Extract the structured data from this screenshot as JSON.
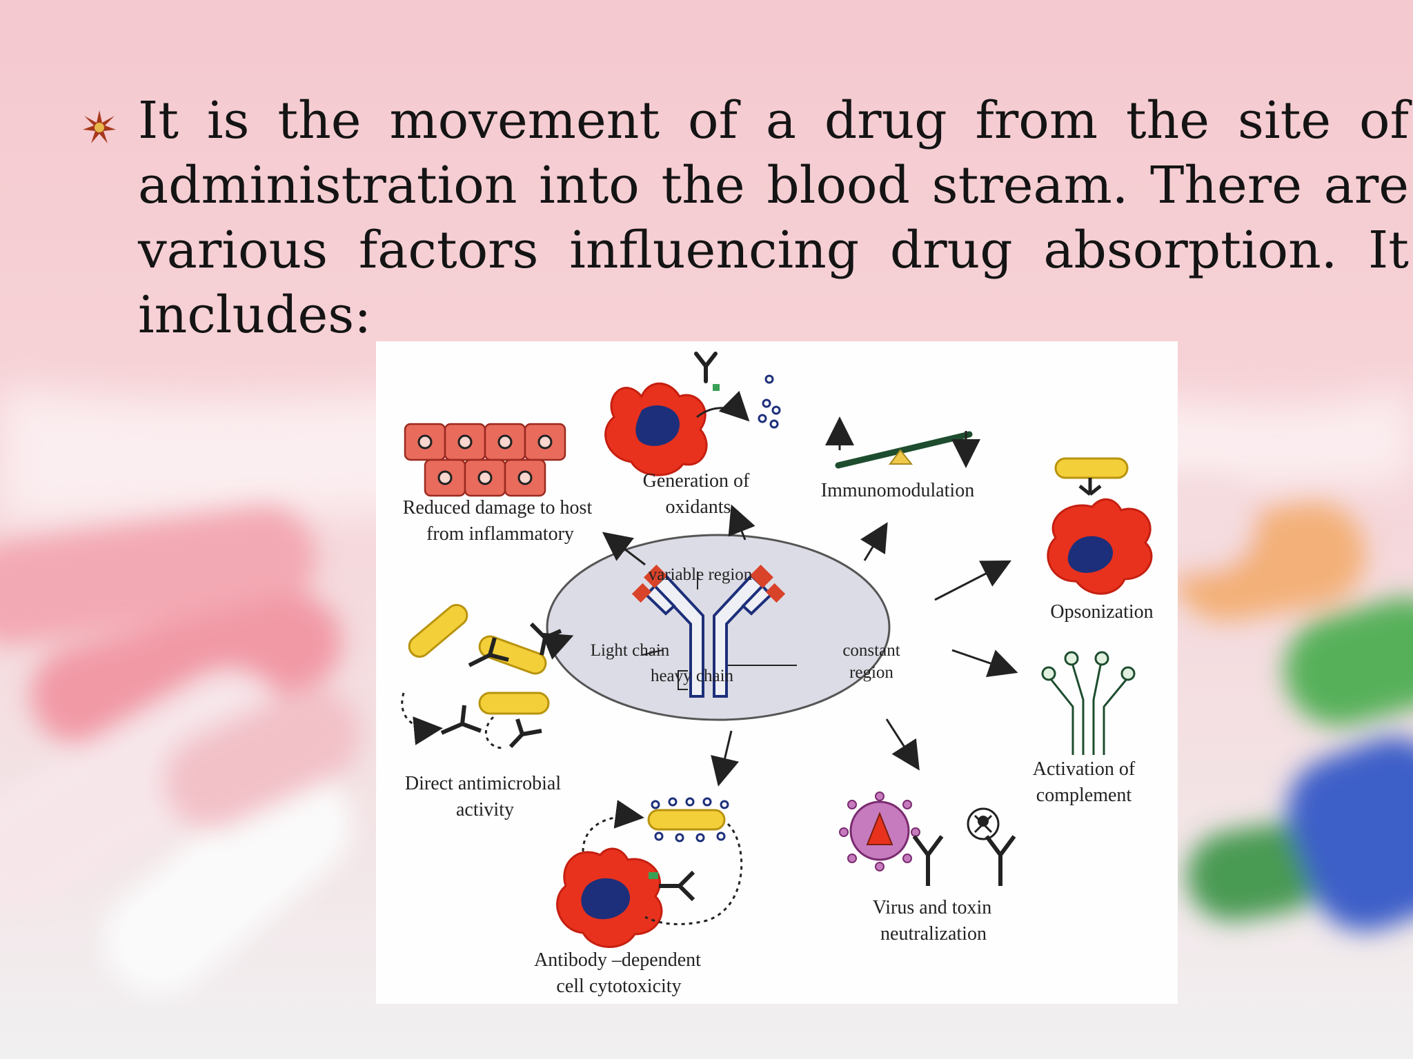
{
  "slide": {
    "bullet_icon": "star-burst-bullet",
    "paragraph": "It is the movement of a drug from the site of administration into the blood stream. There are various factors influencing drug absorption. It includes:"
  },
  "figure": {
    "center": {
      "variable_region": "variable region",
      "light_chain": "Light chain",
      "heavy_chain": "heavy chain",
      "constant_region_line1": "constant",
      "constant_region_line2": "region"
    },
    "functions": {
      "reduced_damage_line1": "Reduced damage to host",
      "reduced_damage_line2": "from inflammatory",
      "oxidants_line1": "Generation of",
      "oxidants_line2": "oxidants",
      "immunomodulation": "Immunomodulation",
      "opsonization": "Opsonization",
      "complement_line1": "Activation of",
      "complement_line2": "complement",
      "neutralization_line1": "Virus and toxin",
      "neutralization_line2": "neutralization",
      "adcc_line1": "Antibody –dependent",
      "adcc_line2": "cell cytotoxicity",
      "antimicrobial_line1": "Direct antimicrobial",
      "antimicrobial_line2": "activity"
    },
    "colors": {
      "cell_red": "#e8321e",
      "nucleus_blue": "#1d2f7a",
      "bacteria_yellow": "#f3cf3a",
      "ellipse_gray": "#dcdce6",
      "antibody_tip_red": "#d9432a"
    }
  }
}
